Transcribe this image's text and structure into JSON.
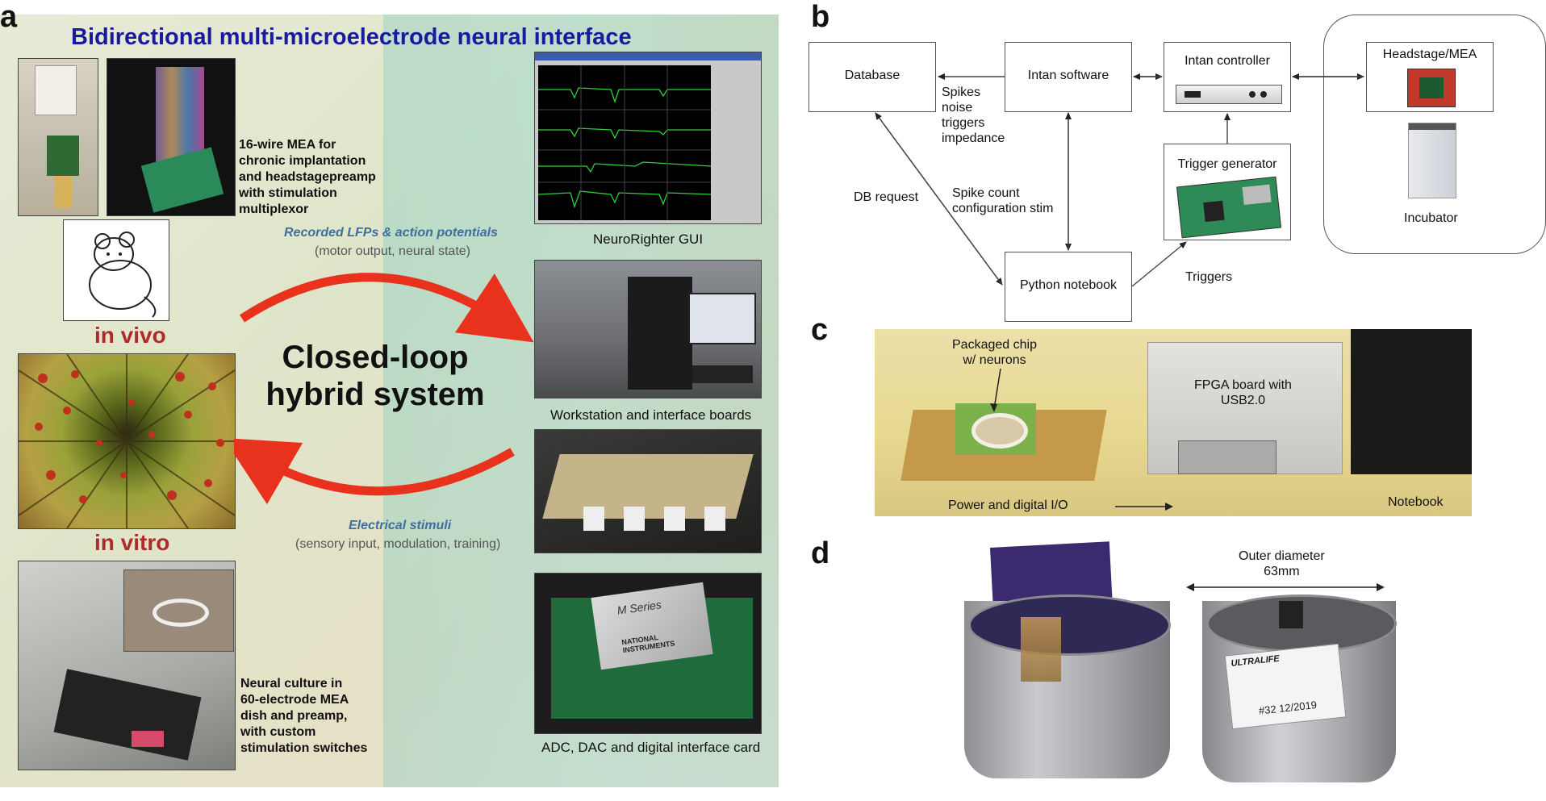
{
  "panel_a": {
    "letter": "a",
    "title": "Bidirectional multi-microelectrode neural interface",
    "mea_caption": [
      "16-wire MEA for",
      "chronic implantation",
      "and headstagepreamp",
      "with stimulation",
      "multiplexor"
    ],
    "in_vivo": "in vivo",
    "in_vitro": "in vitro",
    "center_text": [
      "Closed-loop",
      "hybrid system"
    ],
    "top_arrow_title": "Recorded LFPs & action potentials",
    "top_arrow_sub": "(motor output, neural state)",
    "bottom_arrow_title": "Electrical stimuli",
    "bottom_arrow_sub": "(sensory input, modulation, training)",
    "culture_caption": [
      "Neural culture in",
      "60-electrode MEA",
      "dish and preamp,",
      "with custom",
      "stimulation switches"
    ],
    "gui_caption": "NeuroRighter GUI",
    "workstation_caption": "Workstation and interface boards",
    "card_caption": "ADC, DAC and digital interface card",
    "card_brand": "M Series",
    "card_vendor": "NATIONAL INSTRUMENTS"
  },
  "panel_b": {
    "letter": "b",
    "boxes": {
      "database": "Database",
      "intan_software": "Intan software",
      "intan_controller": "Intan controller",
      "headstage": "Headstage/MEA",
      "incubator": "Incubator",
      "trigger_generator": "Trigger generator",
      "python_notebook": "Python notebook"
    },
    "edge_labels": {
      "spikes": [
        "Spikes",
        "noise",
        "triggers",
        "impedance"
      ],
      "db_request": "DB request",
      "spike_count": [
        "Spike count",
        "configuration stim"
      ],
      "triggers": "Triggers"
    }
  },
  "panel_c": {
    "letter": "c",
    "packaged_chip": [
      "Packaged chip",
      "w/ neurons"
    ],
    "fpga": [
      "FPGA board with",
      "USB2.0"
    ],
    "power_io": "Power and digital I/O",
    "notebook": "Notebook"
  },
  "panel_d": {
    "letter": "d",
    "outer_diameter": [
      "Outer diameter",
      "63mm"
    ],
    "label_brand": "ULTRALIFE",
    "label_date": "#32 12/2019"
  }
}
